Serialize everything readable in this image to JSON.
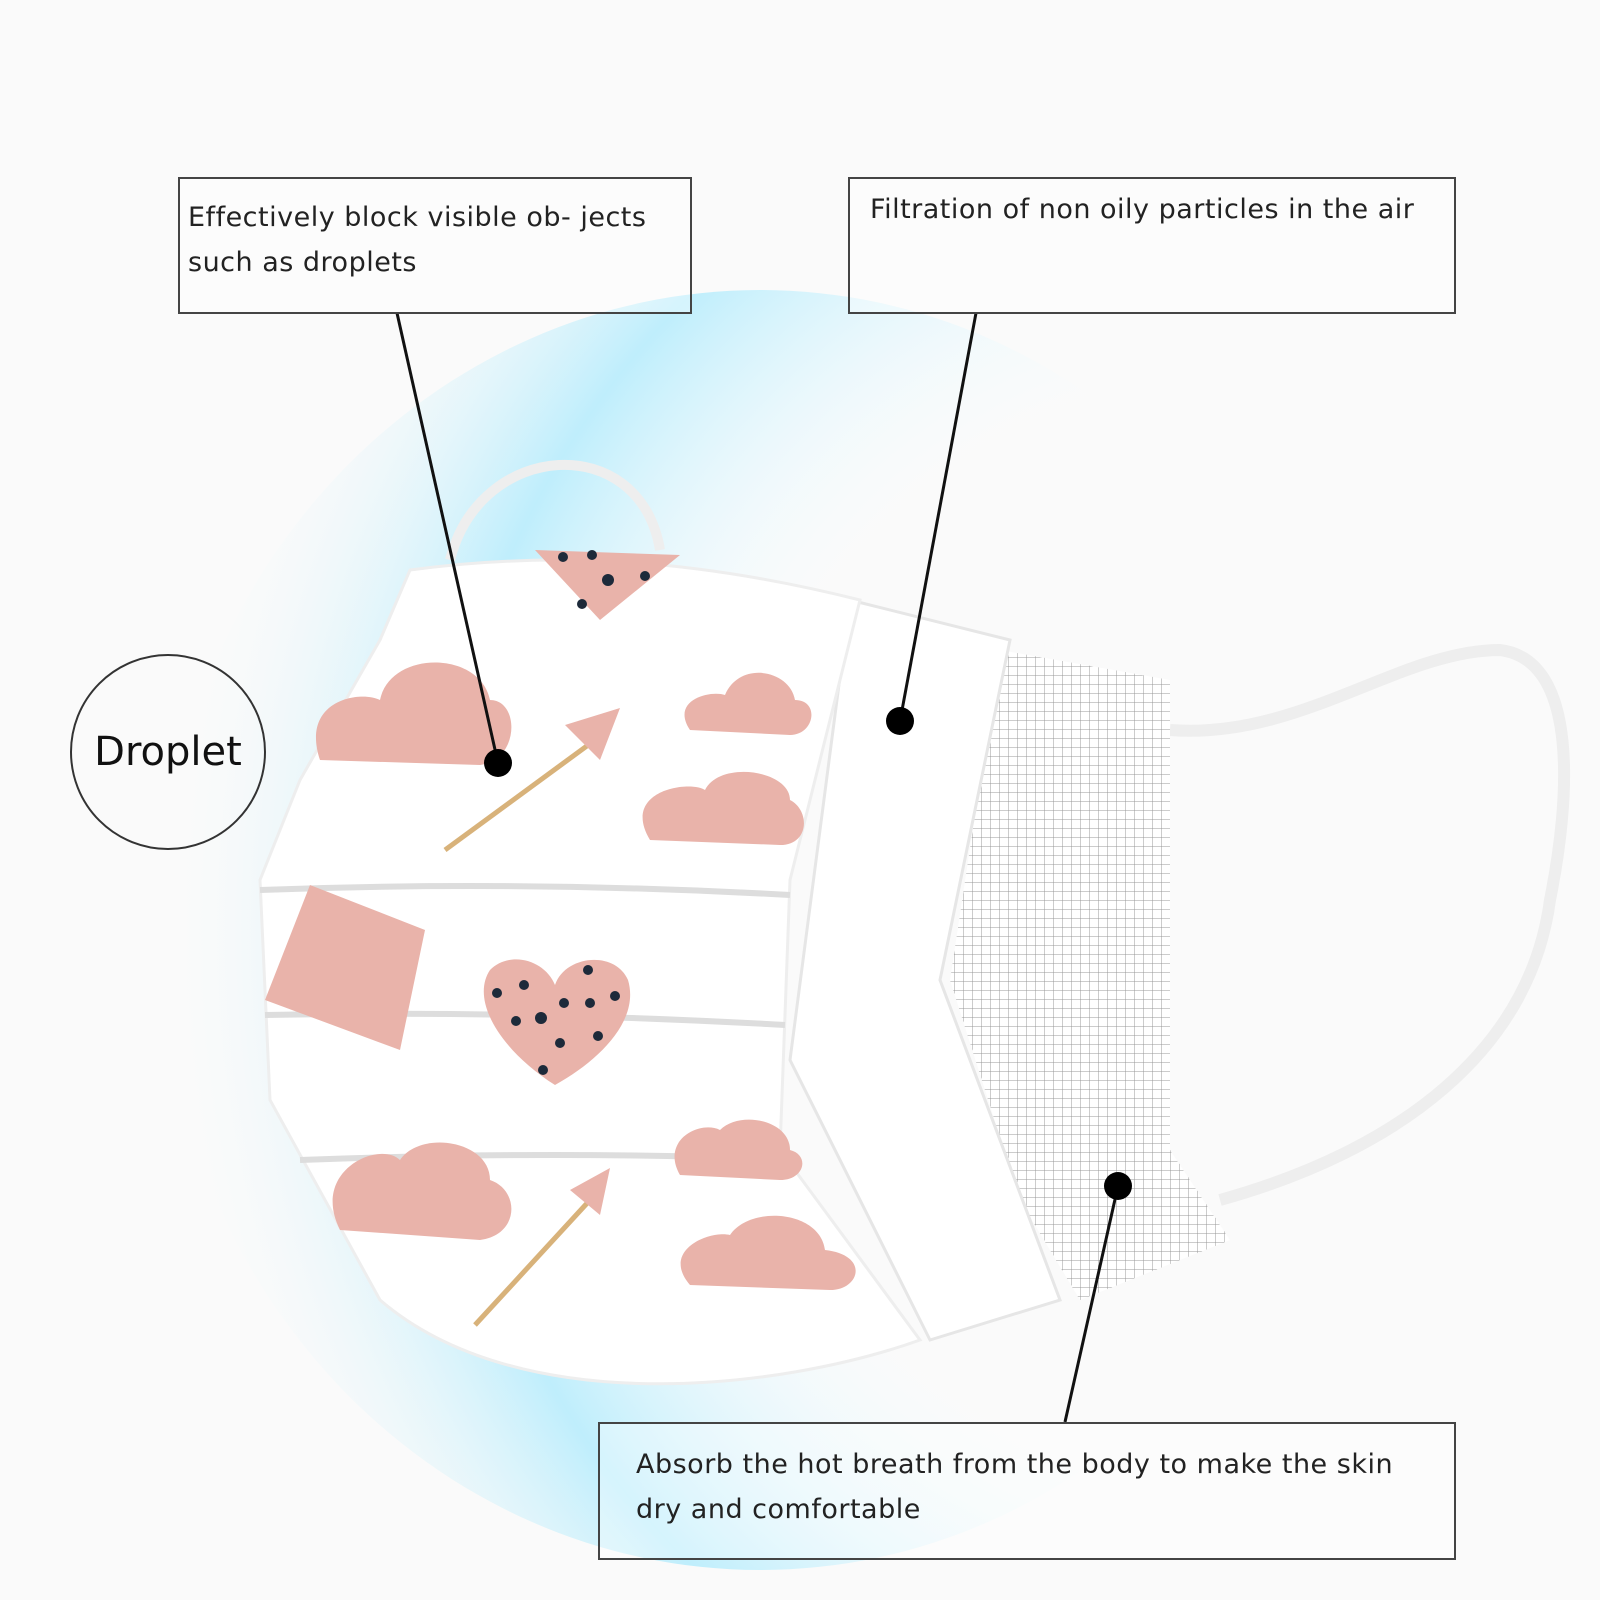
{
  "callouts": {
    "outer_layer": "Effectively block visible ob- jects such as droplets",
    "middle_layer": "Filtration of non oily particles in the air",
    "inner_layer": "Absorb the hot breath from the body to make the skin dry and comfortable"
  },
  "droplet_label": "Droplet",
  "colors": {
    "pink": "#e9b3aa",
    "arrow": "#d8b27a",
    "glow": "#bfeefc",
    "line": "#111111"
  }
}
